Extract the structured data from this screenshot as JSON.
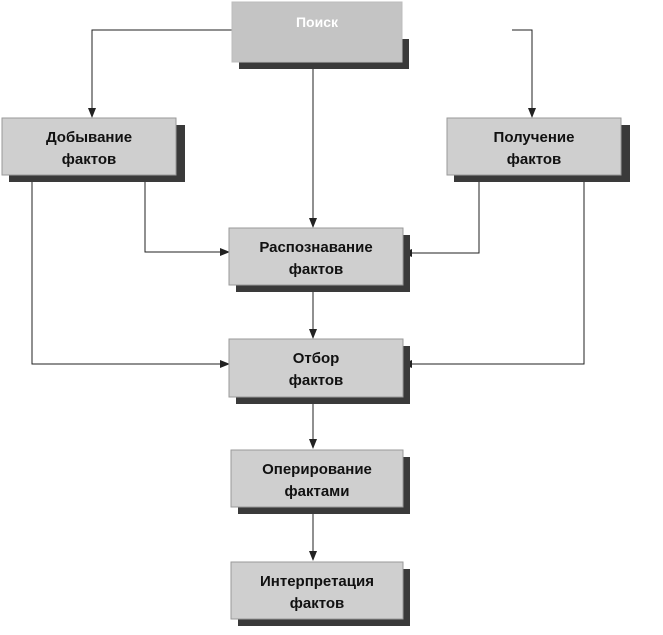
{
  "nodes": {
    "search": {
      "label": "Поиск"
    },
    "extraction": {
      "line1": "Добывание",
      "line2": "фактов"
    },
    "receiving": {
      "line1": "Получение",
      "line2": "фактов"
    },
    "recognition": {
      "line1": "Распознавание",
      "line2": "фактов"
    },
    "selection": {
      "line1": "Отбор",
      "line2": "фактов"
    },
    "operating": {
      "line1": "Оперирование",
      "line2": "фактами"
    },
    "interpretation": {
      "line1": "Интерпретация",
      "line2": "фактов"
    }
  },
  "edges": [
    {
      "from": "search",
      "to": "extraction"
    },
    {
      "from": "search",
      "to": "receiving"
    },
    {
      "from": "search",
      "to": "recognition"
    },
    {
      "from": "extraction",
      "to": "recognition"
    },
    {
      "from": "extraction",
      "to": "selection"
    },
    {
      "from": "receiving",
      "to": "recognition"
    },
    {
      "from": "receiving",
      "to": "selection"
    },
    {
      "from": "recognition",
      "to": "selection"
    },
    {
      "from": "selection",
      "to": "operating"
    },
    {
      "from": "operating",
      "to": "interpretation"
    }
  ]
}
